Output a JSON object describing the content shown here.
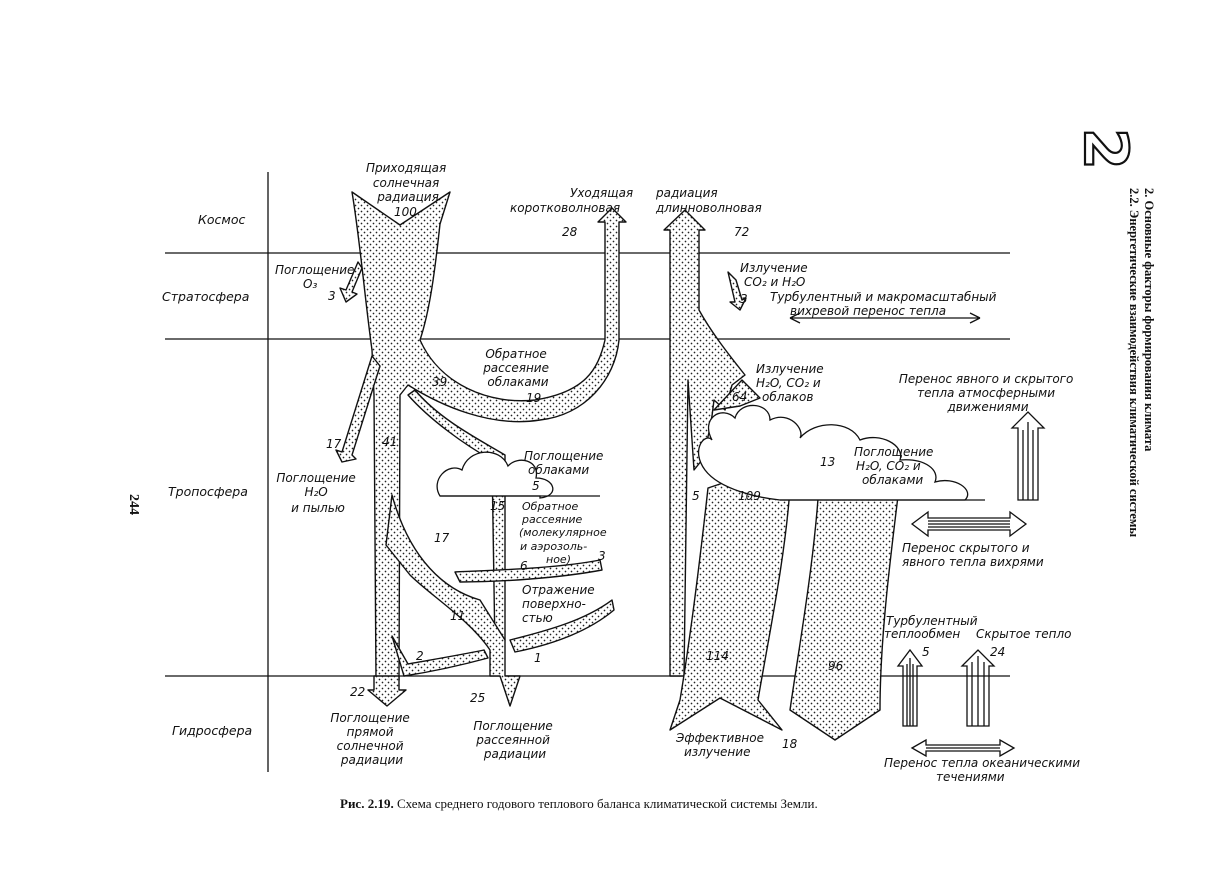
{
  "header": {
    "chapter_number": "2",
    "chapter_title": "2. Основные факторы формирования климата",
    "section_title": "2.2. Энергетические взаимодействия климатической системы",
    "page_number": "244"
  },
  "layers": {
    "space": "Космос",
    "stratosphere": "Стратосфера",
    "troposphere": "Тропосфера",
    "hydrosphere": "Гидросфера"
  },
  "labels": {
    "incoming": [
      "Приходящая",
      "солнечная",
      "радиация"
    ],
    "outgoing": "Уходящая",
    "radiation": "радиация",
    "shortwave": "коротковолновая",
    "longwave": "длинноволновая",
    "ozone_absorb": [
      "Поглощение",
      "O₃"
    ],
    "emission_co2": [
      "Излучение",
      "CO₂ и H₂O"
    ],
    "strat_turbulent": [
      "Турбулентный  и  макромасштабный",
      "вихревой   перенос  тепла"
    ],
    "backscatter_clouds": [
      "Обратное",
      "рассеяние",
      "облаками"
    ],
    "emission_clouds": [
      "Излучение",
      "H₂O, CO₂ и",
      "облаков"
    ],
    "sensible_transport": [
      "Перенос  явного  и  скрытого",
      "тепла  атмосферными",
      "движениями"
    ],
    "cloud_absorb": [
      "Поглощение",
      "облаками"
    ],
    "absorb_h2o_dust": [
      "Поглощение",
      "H₂O",
      "и  пылью"
    ],
    "absorb_h2o_co2": [
      "Поглощение",
      "H₂O, CO₂ и",
      "облаками"
    ],
    "molecular_scatter": [
      "Обратное",
      "рассеяние",
      "(молекулярное",
      "и  аэрозоль-",
      "ное)"
    ],
    "eddy_transport": [
      "Перенос   скрытого   и",
      "явного  тепла  вихрями"
    ],
    "surface_reflect": [
      "Отражение",
      "поверхно-",
      "стью"
    ],
    "turbulent_exchange": [
      "Турбулентный",
      "теплообмен"
    ],
    "latent_heat": "Скрытое  тепло",
    "absorb_direct": [
      "Поглощение",
      "прямой",
      "солнечной",
      "радиации"
    ],
    "absorb_diffuse": [
      "Поглощение",
      "рассеянной",
      "радиации"
    ],
    "effective_emission": [
      "Эффективное",
      "излучение"
    ],
    "ocean_transport": [
      "Перенос   тепла   океаническими",
      "течениями"
    ]
  },
  "values": {
    "incoming": "100",
    "outgoing_sw": "28",
    "outgoing_lw": "72",
    "ozone": "3",
    "strat_emission": "3",
    "cloud_backscatter": "19",
    "stream_39": "39",
    "emission_64": "64",
    "dust_absorb": "17",
    "stream_41": "41",
    "cloud_absorb": "5",
    "absorb_13": "13",
    "stream_15": "15",
    "stream_5_left": "5",
    "lw_109": "109",
    "stream_17": "17",
    "molecular_3": "3",
    "molecular_6": "6",
    "stream_11": "11",
    "reflect_2": "2",
    "reflect_1": "1",
    "absorb_direct": "22",
    "absorb_diffuse": "25",
    "surface_114": "114",
    "back_96": "96",
    "turbulent_5": "5",
    "latent_24": "24",
    "effective_18": "18"
  },
  "caption": {
    "label": "Рис. 2.19.",
    "text": " Схема среднего годового теплового баланса климатической системы Земли."
  }
}
